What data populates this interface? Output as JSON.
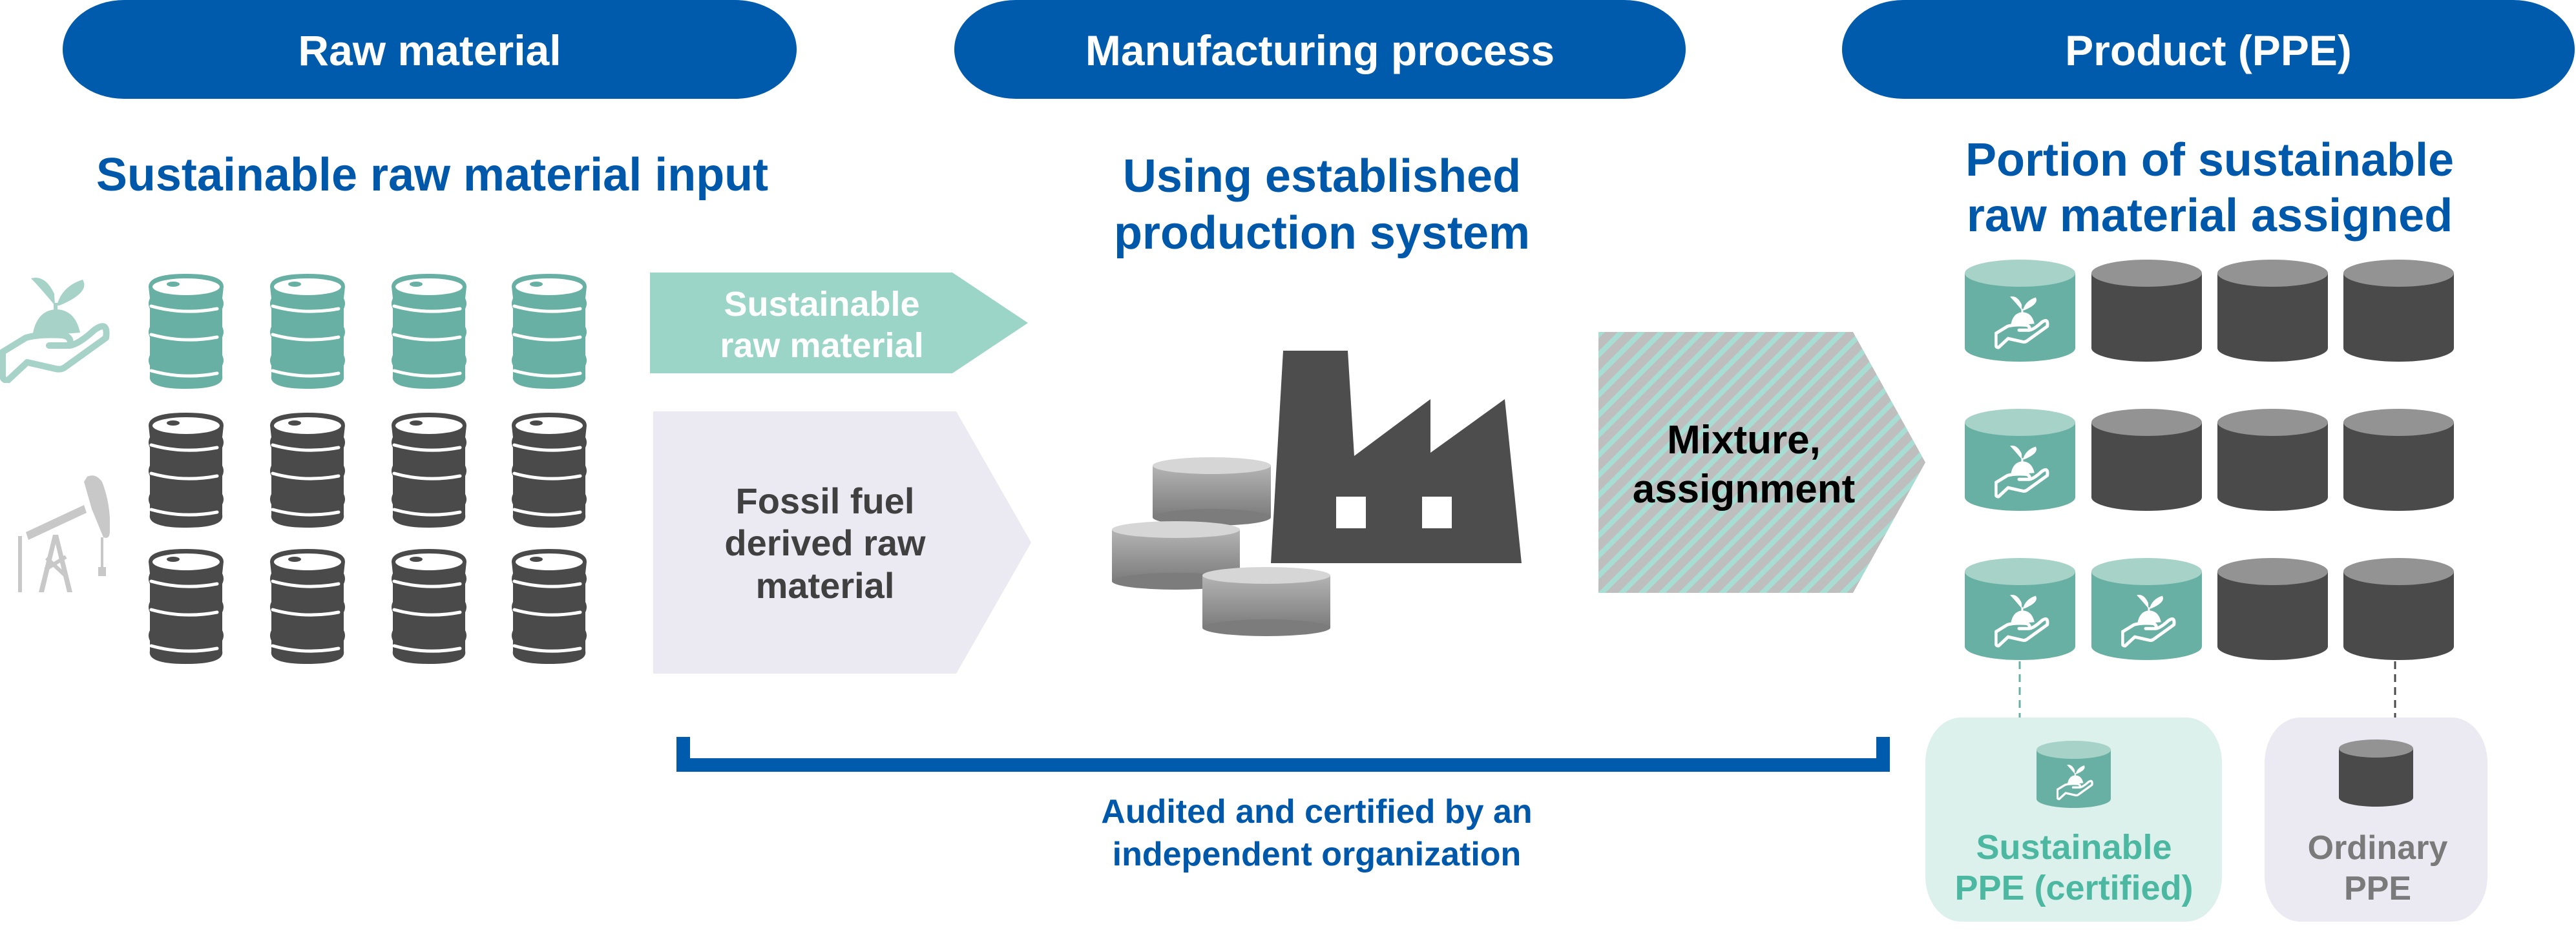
{
  "header": {
    "stages": [
      {
        "label": "Raw material"
      },
      {
        "label": "Manufacturing process"
      },
      {
        "label": "Product (PPE)"
      }
    ]
  },
  "raw_material": {
    "subtitle": "Sustainable raw material input",
    "icons": [
      "hand-sprout-icon",
      "pump-jack-icon"
    ],
    "barrel_rows": [
      {
        "type": "sustainable",
        "count": 4
      },
      {
        "type": "fossil",
        "count": 4
      },
      {
        "type": "fossil",
        "count": 4
      }
    ],
    "arrows": {
      "sustainable": {
        "line1": "Sustainable",
        "line2": "raw material"
      },
      "fossil": {
        "line1": "Fossil fuel",
        "line2": "derived raw",
        "line3": "material"
      }
    }
  },
  "manufacturing": {
    "subtitle_line1": "Using established",
    "subtitle_line2": "production system",
    "icon": "factory-icon",
    "mixture": {
      "line1": "Mixture,",
      "line2": "assignment"
    },
    "audit": {
      "line1": "Audited and certified by an",
      "line2": "independent organization"
    }
  },
  "product": {
    "subtitle_line1": "Portion of sustainable",
    "subtitle_line2": "raw material assigned",
    "rows": [
      [
        "sustainable",
        "ordinary",
        "ordinary",
        "ordinary"
      ],
      [
        "sustainable",
        "ordinary",
        "ordinary",
        "ordinary"
      ],
      [
        "sustainable",
        "sustainable",
        "ordinary",
        "ordinary"
      ]
    ],
    "legend": {
      "sustainable": {
        "line1": "Sustainable",
        "line2": "PPE (certified)"
      },
      "ordinary": {
        "line1": "Ordinary",
        "line2": "PPE"
      }
    }
  },
  "colors": {
    "brand_blue": "#005BAC",
    "subtitle_blue": "#0058AA",
    "teal": "#68B0A3",
    "teal_light": "#A6D2C8",
    "teal_arrow": "#9AD5C8",
    "dark": "#4A4A4A",
    "dark_top": "#939393",
    "fossil_arrow": "#EBEAF2",
    "sustainable_box": "#DCF0EC",
    "ordinary_box": "#EBEAF2"
  }
}
